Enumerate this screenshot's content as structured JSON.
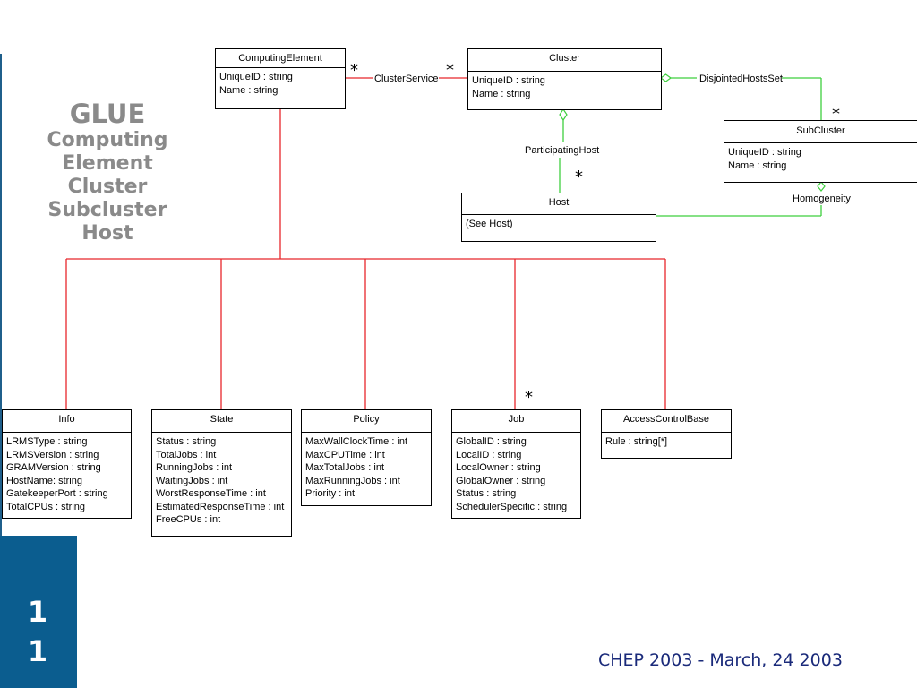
{
  "title": {
    "main": "GLUE",
    "lines": [
      "Computing Element",
      "Cluster",
      "Subcluster",
      "Host"
    ]
  },
  "slide_number": [
    "1",
    "1"
  ],
  "footer": "CHEP 2003 - March, 24 2003",
  "classes": {
    "computing_element": {
      "name": "ComputingElement",
      "attrs": [
        "UniqueID : string",
        "Name : string"
      ]
    },
    "cluster": {
      "name": "Cluster",
      "attrs": [
        "UniqueID : string",
        "Name : string"
      ]
    },
    "subcluster": {
      "name": "SubCluster",
      "attrs": [
        "UniqueID : string",
        "Name : string"
      ]
    },
    "host": {
      "name": "Host",
      "attrs": [
        "(See Host)"
      ]
    },
    "info": {
      "name": "Info",
      "attrs": [
        "LRMSType : string",
        "LRMSVersion : string",
        "GRAMVersion : string",
        "HostName: string",
        "GatekeeperPort : string",
        "TotalCPUs : string"
      ]
    },
    "state": {
      "name": "State",
      "attrs": [
        "Status : string",
        "TotalJobs : int",
        "RunningJobs : int",
        "WaitingJobs : int",
        "WorstResponseTime : int",
        "EstimatedResponseTime : int",
        "FreeCPUs : int"
      ]
    },
    "policy": {
      "name": "Policy",
      "attrs": [
        "MaxWallClockTime : int",
        "MaxCPUTime : int",
        "MaxTotalJobs : int",
        "MaxRunningJobs : int",
        "Priority : int"
      ]
    },
    "job": {
      "name": "Job",
      "attrs": [
        "GlobalID : string",
        "LocalID : string",
        "LocalOwner : string",
        "GlobalOwner : string",
        "Status : string",
        "SchedulerSpecific : string"
      ]
    },
    "access_control_base": {
      "name": "AccessControlBase",
      "attrs": [
        "Rule : string[*]"
      ]
    }
  },
  "associations": {
    "cluster_service": "ClusterService",
    "disjointed_hosts_set": "DisjointedHostsSet",
    "participating_host": "ParticipatingHost",
    "homogeneity": "Homogeneity",
    "multiplicity": "*"
  },
  "colors": {
    "composition_line": "#e8262b",
    "association_line": "#3ecf3e",
    "accent_blue": "#0b5d8f",
    "title_gray": "#8a8a8a",
    "footer_navy": "#1a2a7a"
  }
}
